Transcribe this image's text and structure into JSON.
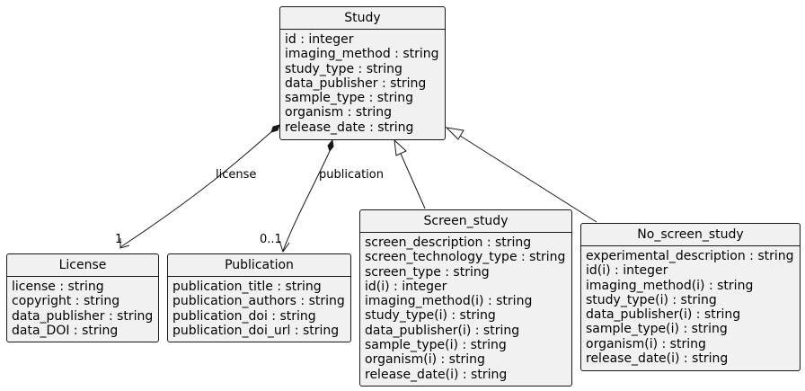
{
  "classes": {
    "study": {
      "name": "Study",
      "attributes": [
        "id : integer",
        "imaging_method : string",
        "study_type : string",
        "data_publisher : string",
        "sample_type : string",
        "organism : string",
        "release_date : string"
      ]
    },
    "license": {
      "name": "License",
      "attributes": [
        "license : string",
        "copyright : string",
        "data_publisher : string",
        "data_DOI : string"
      ]
    },
    "publication": {
      "name": "Publication",
      "attributes": [
        "publication_title : string",
        "publication_authors : string",
        "publication_doi : string",
        "publication_doi_url : string"
      ]
    },
    "screen_study": {
      "name": "Screen_study",
      "attributes": [
        "screen_description : string",
        "screen_technology_type : string",
        "screen_type : string",
        "id(i) : integer",
        "imaging_method(i) : string",
        "study_type(i) : string",
        "data_publisher(i) : string",
        "sample_type(i) : string",
        "organism(i) : string",
        "release_date(i) : string"
      ]
    },
    "no_screen_study": {
      "name": "No_screen_study",
      "attributes": [
        "experimental_description : string",
        "id(i) : integer",
        "imaging_method(i) : string",
        "study_type(i) : string",
        "data_publisher(i) : string",
        "sample_type(i) : string",
        "organism(i) : string",
        "release_date(i) : string"
      ]
    }
  },
  "relations": {
    "license": {
      "label": "license",
      "multiplicity": "1"
    },
    "publication": {
      "label": "publication",
      "multiplicity": "0..1"
    }
  }
}
